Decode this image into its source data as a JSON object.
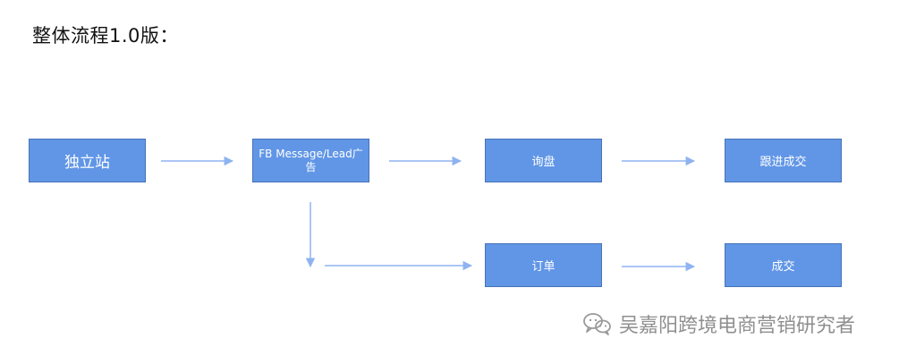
{
  "page": {
    "title": "整体流程1.0版："
  },
  "flow": {
    "nodes": {
      "site": "独立站",
      "fb": "FB Message/Lead广告",
      "inquiry": "询盘",
      "follow": "跟进成交",
      "order": "订单",
      "deal": "成交"
    }
  },
  "watermark": {
    "text": "吴嘉阳跨境电商营销研究者",
    "icon": "wechat-icon"
  },
  "colors": {
    "node_fill": "#6196e6",
    "node_border": "#4672b7",
    "arrow": "#8fb3f0",
    "watermark": "#8f8f8f"
  }
}
